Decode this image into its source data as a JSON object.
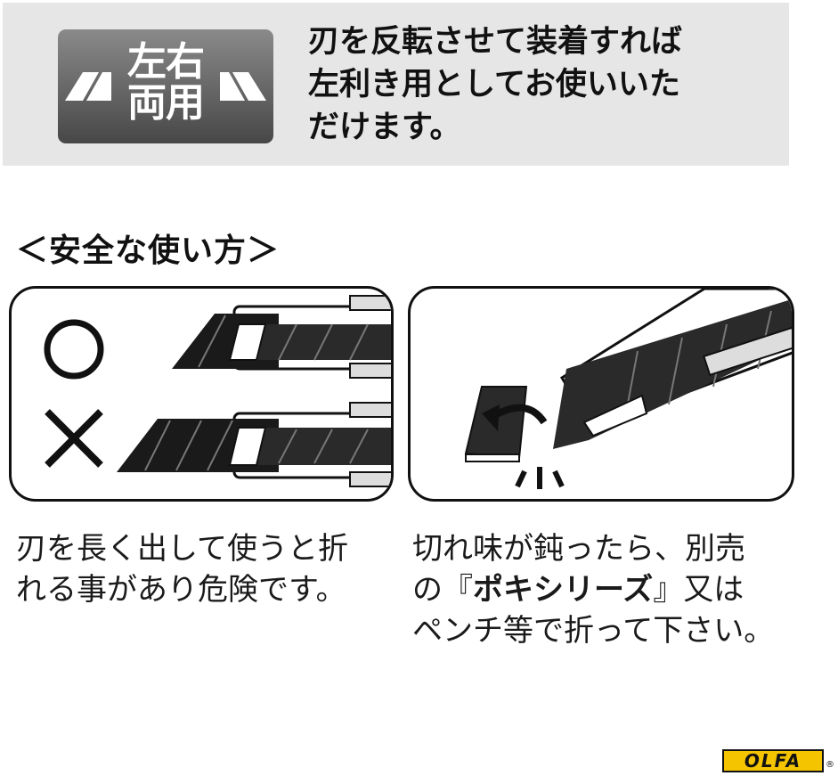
{
  "banner": {
    "badge_text_line1": "左右",
    "badge_text_line2": "両用",
    "message_line1": "刃を反転させて装着すれば",
    "message_line2": "左利き用としてお使いいた",
    "message_line3": "だけます。"
  },
  "safety": {
    "heading": "＜安全な使い方＞",
    "good_symbol": "○",
    "bad_symbol": "✕"
  },
  "captions": {
    "left_line1": "刃を長く出して使うと折",
    "left_line2": "れる事があり危険です。",
    "right_line1": "切れ味が鈍ったら、別売",
    "right_line2_pre": "の『",
    "right_line2_bold": "ポキシリーズ",
    "right_line2_post": "』又は",
    "right_line3": "ペンチ等で折って下さい。"
  },
  "brand": {
    "logo_text": "OLFA",
    "registered_mark": "®",
    "logo_color": "#f5c400"
  }
}
